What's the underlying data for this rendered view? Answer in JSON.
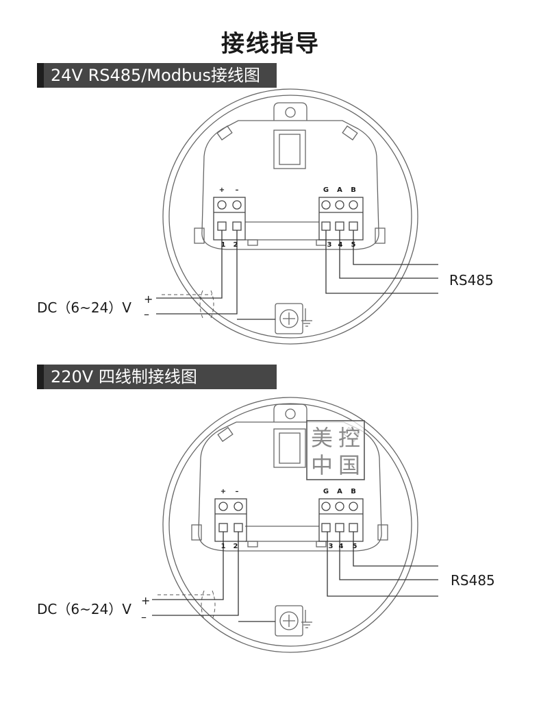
{
  "page": {
    "title": "接线指导"
  },
  "sections": [
    {
      "header": "24V  RS485/Modbus接线图",
      "power_label": "DC（6~24）V",
      "plus": "+",
      "minus": "–",
      "bus_label": "RS485",
      "left_terminal": {
        "top_labels": [
          "+",
          "–"
        ],
        "numbers": [
          "1",
          "2"
        ]
      },
      "right_terminal": {
        "top_labels": [
          "G",
          "A",
          "B"
        ],
        "numbers": [
          "3",
          "4",
          "5"
        ]
      }
    },
    {
      "header": "220V 四线制接线图",
      "power_label": "DC（6~24）V",
      "plus": "+",
      "minus": "–",
      "bus_label": "RS485",
      "watermark": [
        "美",
        "控",
        "中",
        "国"
      ],
      "left_terminal": {
        "top_labels": [
          "+",
          "–"
        ],
        "numbers": [
          "1",
          "2"
        ]
      },
      "right_terminal": {
        "top_labels": [
          "G",
          "A",
          "B"
        ],
        "numbers": [
          "3",
          "4",
          "5"
        ]
      }
    }
  ],
  "colors": {
    "header_bg": "#464646",
    "header_accent": "#1e1e1e",
    "line": "#555555",
    "wire": "#333333"
  }
}
